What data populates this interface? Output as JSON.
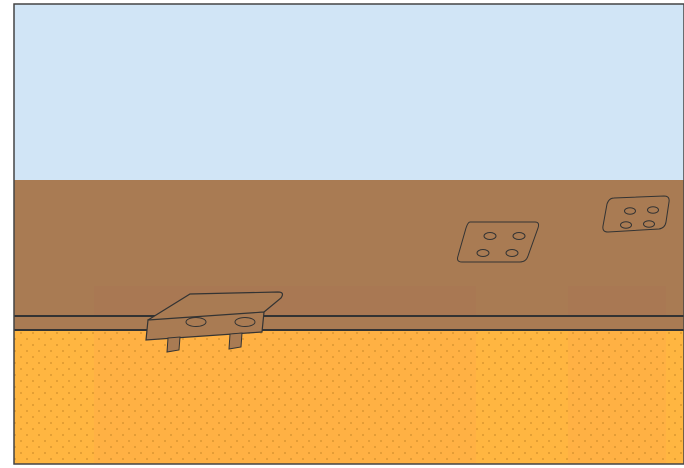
{
  "scene": {
    "kind": "side-view game scene",
    "colors": {
      "sky": "#d1e5f6",
      "dirt": "#a97b53",
      "dirt_ledge": "#a97853",
      "sand": "#ffb641",
      "sand_highlight": "#ffad46",
      "sand_dots": "#d18f2b",
      "outline": "#333333",
      "frame": "#444444"
    },
    "objects": [
      {
        "name": "rock-with-holes-1",
        "icon": "stone-tablet-icon"
      },
      {
        "name": "rock-with-holes-2",
        "icon": "stone-tablet-icon"
      },
      {
        "name": "clamp-block",
        "icon": "bracket-block-icon"
      }
    ]
  }
}
